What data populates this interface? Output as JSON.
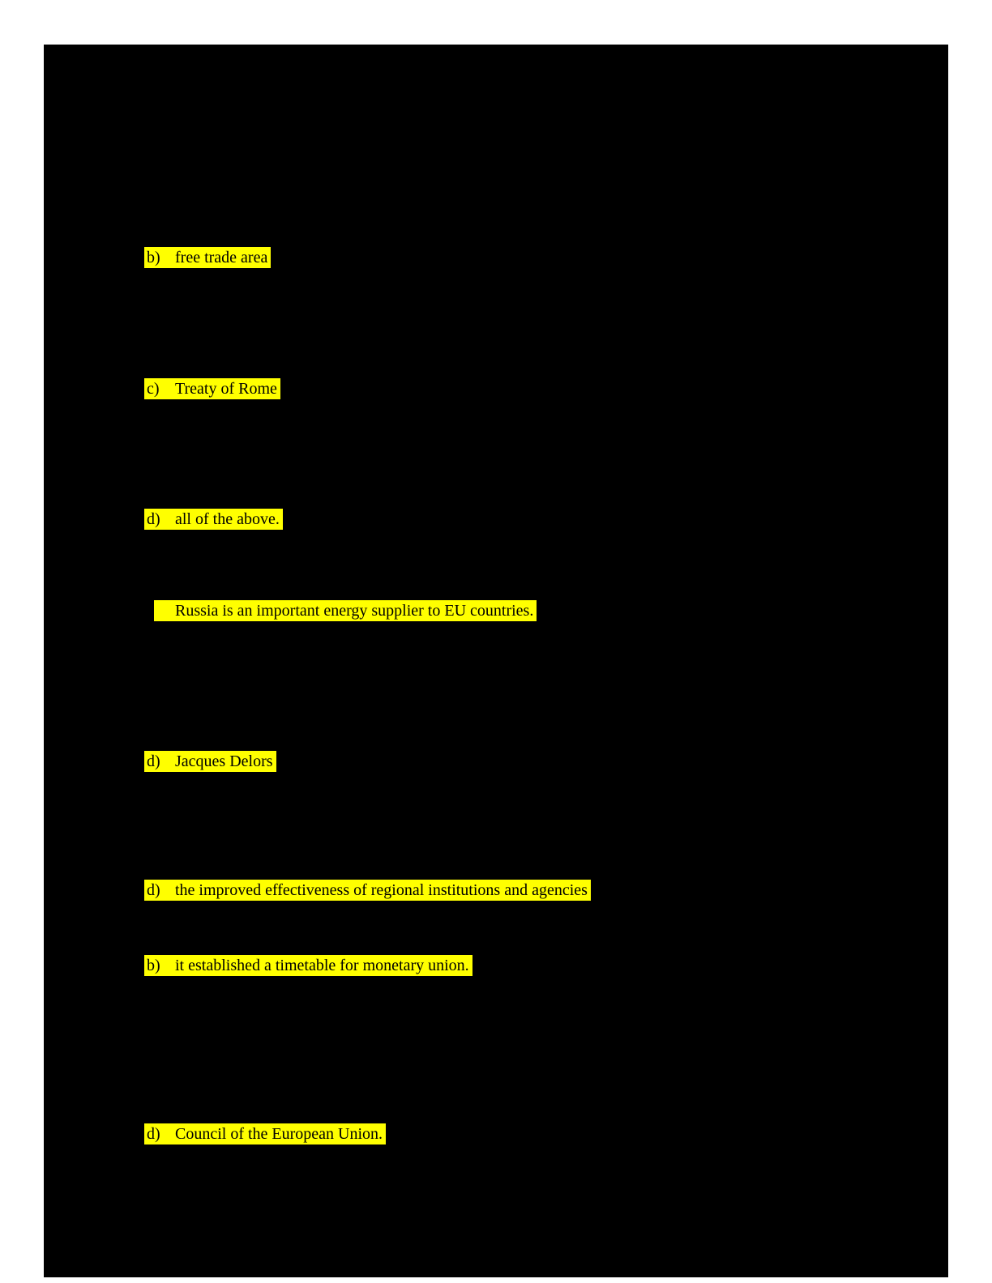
{
  "page": {
    "background_color": "#000000",
    "margin_color": "#ffffff",
    "highlight_color": "#ffff00",
    "text_color": "#000000"
  },
  "highlights": [
    {
      "letter": "b)",
      "text": "free trade area"
    },
    {
      "letter": "c)",
      "text": "Treaty of Rome"
    },
    {
      "letter": "d)",
      "text": "all of the above."
    },
    {
      "letter": "",
      "text": "Russia is an important energy supplier to EU countries."
    },
    {
      "letter": "d)",
      "text": "Jacques Delors"
    },
    {
      "letter": "d)",
      "text": "the improved effectiveness of regional institutions and agencies"
    },
    {
      "letter": "b)",
      "text": "it established a timetable for monetary union."
    },
    {
      "letter": "d)",
      "text": "Council of the European Union."
    }
  ]
}
